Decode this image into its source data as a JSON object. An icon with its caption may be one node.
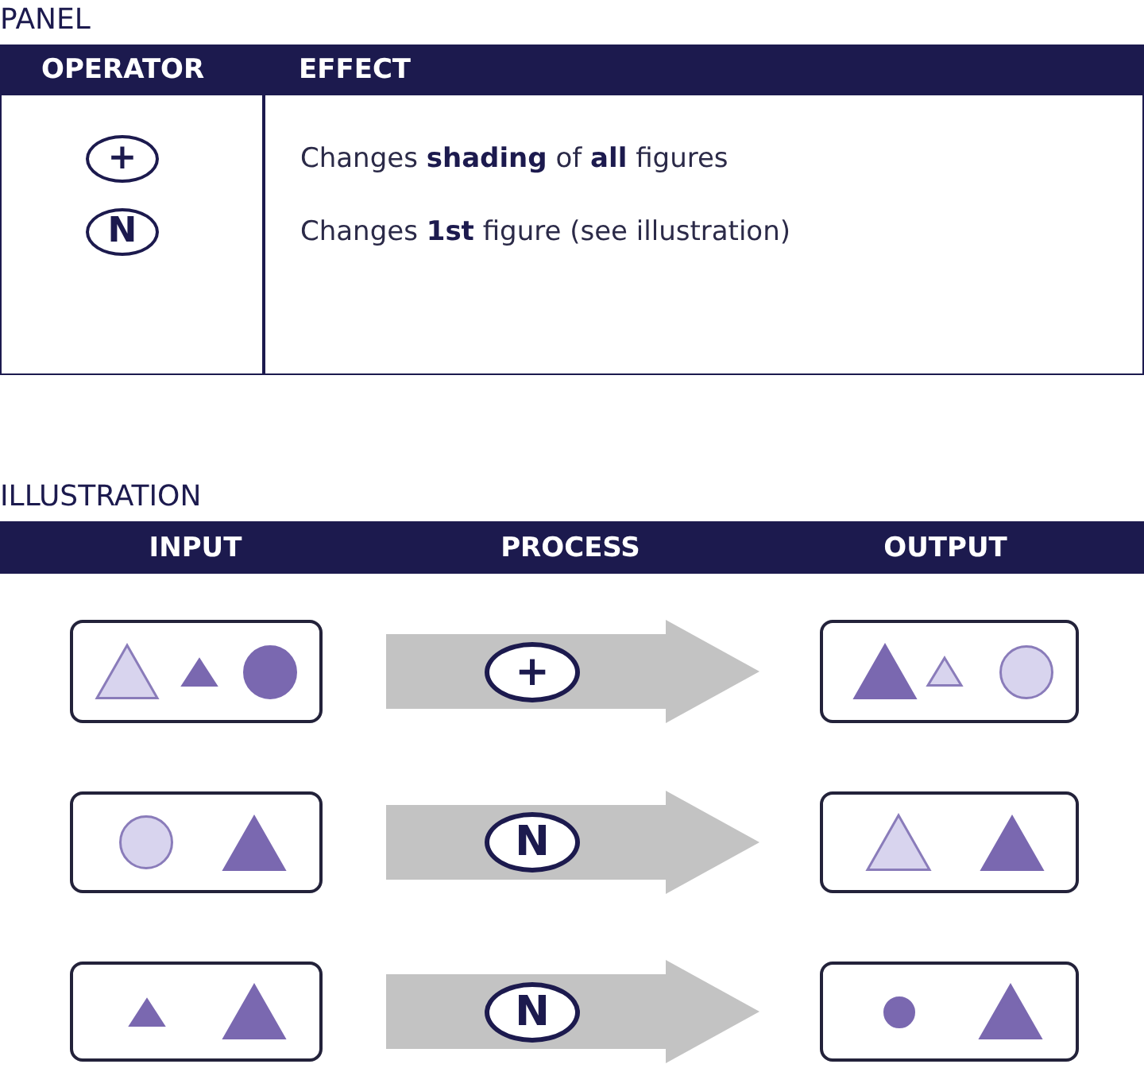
{
  "diagram": {
    "nodes": [
      {
        "text": [],
        "shape": "box"
      },
      {
        "text": [],
        "shape": "box"
      },
      {
        "text": [],
        "shape": "box"
      },
      {
        "text": [],
        "shape": "box"
      },
      {
        "text": [],
        "shape": "box"
      },
      {
        "text": [],
        "shape": "box"
      }
    ],
    "edges": [
      {
        "from": 0,
        "to": 1,
        "arrow": "to",
        "label": "+"
      },
      {
        "from": 2,
        "to": 3,
        "arrow": "to",
        "label": "N"
      },
      {
        "from": 4,
        "to": 5,
        "arrow": "to",
        "label": "N"
      }
    ],
    "labels": [
      "PANEL",
      "OPERATOR",
      "EFFECT",
      "+",
      "Changes **shading** of **all** figures",
      "N",
      "Changes **1st** figure (see illustration)",
      "ILLUSTRATION",
      "INPUT",
      "PROCESS",
      "OUTPUT"
    ]
  }
}
